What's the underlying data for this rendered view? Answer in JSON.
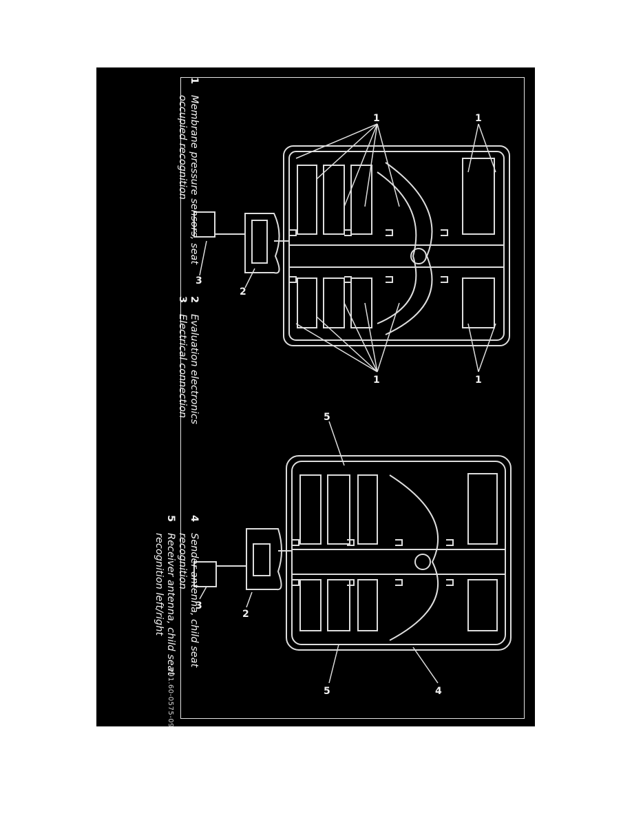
{
  "legend": {
    "items": [
      {
        "num": "1",
        "text": "Membrane pressure sensors, seat\noccupied recognition"
      },
      {
        "num": "2",
        "text": "Evaluation electronics"
      },
      {
        "num": "3",
        "text": "Electrical connection"
      },
      {
        "num": "4",
        "text": "Sender antenna, child seat\nrecognition"
      },
      {
        "num": "5",
        "text": "Receiver antenna, child seat\nrecognition left/right"
      }
    ]
  },
  "reference_code": "P91.60-0575-09",
  "callouts": {
    "sensor": "1",
    "electronics": "2",
    "connection": "3",
    "sender": "4",
    "receiver": "5"
  },
  "colors": {
    "background": "#000000",
    "lines": "#e0e0e0"
  }
}
